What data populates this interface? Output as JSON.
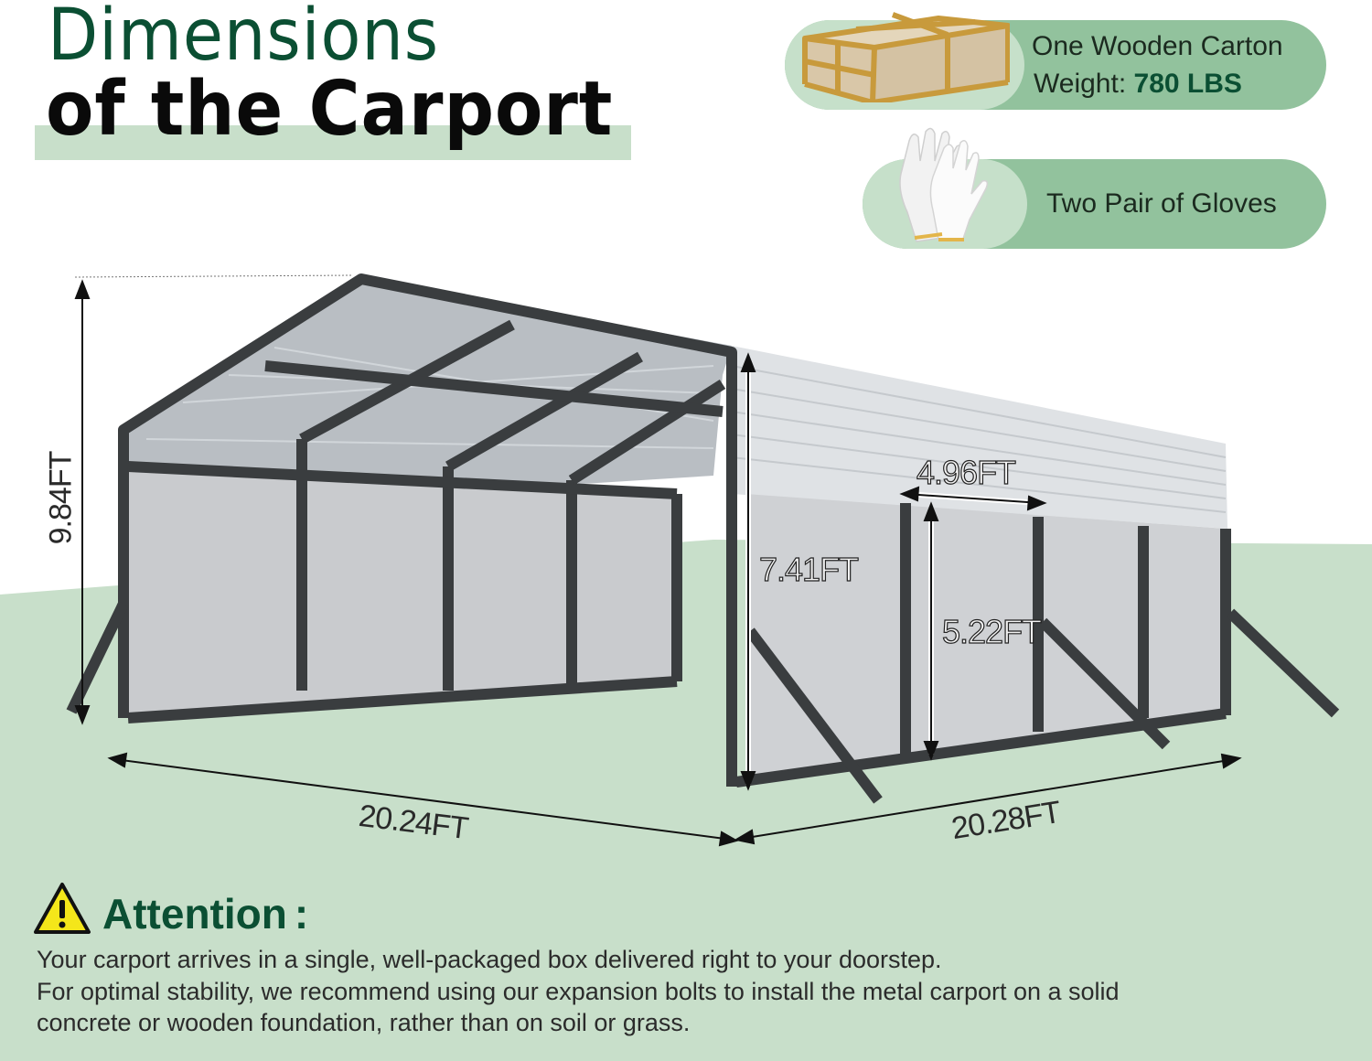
{
  "title": {
    "line1": "Dimensions",
    "line2": "of the Carport"
  },
  "package_info": {
    "carton": {
      "icon": "wooden-crate-icon",
      "label": "One Wooden Carton",
      "weight_label": "Weight:",
      "weight_value": "780 LBS"
    },
    "gloves": {
      "icon": "gloves-icon",
      "label": "Two Pair of Gloves"
    }
  },
  "dimensions": {
    "peak_height": "9.84FT",
    "side_height": "7.41FT",
    "panel_width": "4.96FT",
    "panel_height": "5.22FT",
    "front_width": "20.24FT",
    "side_length": "20.28FT"
  },
  "attention": {
    "icon": "warning-triangle-icon",
    "title": "Attention",
    "colon": ":",
    "lines": [
      "Your carport arrives in a single, well-packaged box delivered right to your doorstep.",
      "For optimal stability, we recommend using our expansion bolts to install the metal carport on a solid",
      "concrete or wooden foundation, rather than on soil or grass."
    ]
  },
  "colors": {
    "brand_green": "#0b4f33",
    "pill_green": "#92c29d",
    "light_green": "#c6e0ca",
    "ground_green": "#c8dfca",
    "frame": "#3a3d3f",
    "warning_yellow": "#f4e61a"
  }
}
